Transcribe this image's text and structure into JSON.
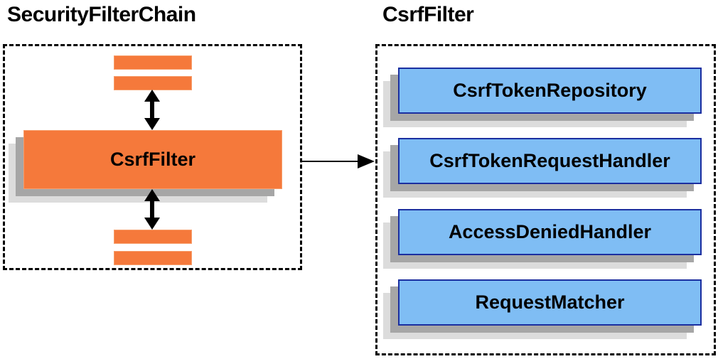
{
  "diagram": {
    "left_panel": {
      "title": "SecurityFilterChain",
      "csrf_filter_label": "CsrfFilter"
    },
    "right_panel": {
      "title": "CsrfFilter",
      "components": [
        "CsrfTokenRepository",
        "CsrfTokenRequestHandler",
        "AccessDeniedHandler",
        "RequestMatcher"
      ]
    },
    "colors": {
      "orange": "#f5793b",
      "orange_border": "#f79e6b",
      "blue": "#7fbdf4",
      "blue_border": "#1b2fa0",
      "shadow_dark": "#a6a6a6",
      "shadow_light": "#dcdcdc"
    }
  }
}
